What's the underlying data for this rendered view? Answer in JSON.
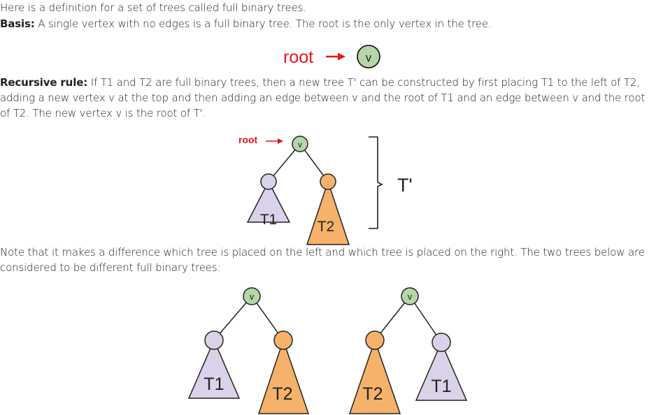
{
  "intro": {
    "text": "Here is a definition for a set of trees called full binary trees."
  },
  "basis": {
    "label": "Basis:",
    "text": " A single vertex with no edges is a full binary tree. The root is the only vertex in the tree."
  },
  "fig1": {
    "root_label": "root",
    "vertex_label": "v"
  },
  "recursive": {
    "label": "Recursive rule:",
    "text": " If T1 and T2 are full binary trees, then a new tree T' can be constructed by first placing T1 to the left of T2, adding a new vertex v at the top and then adding an edge between v and the root of T1 and an edge between v and the root of T2. The new vertex v is the root of T'."
  },
  "fig2": {
    "root_label": "root",
    "vertex_label": "v",
    "left_tree": "T1",
    "right_tree": "T2",
    "brace_label": "T'"
  },
  "note": {
    "text": "Note that it makes a difference which tree is placed on the left and which tree is placed on the right. The two trees below are considered to be different full binary trees:"
  },
  "fig3": {
    "tree_a": {
      "vertex_label": "v",
      "left": "T1",
      "right": "T2"
    },
    "tree_b": {
      "vertex_label": "v",
      "left": "T2",
      "right": "T1"
    }
  },
  "colors": {
    "root_arrow": "#e8141b",
    "root_vertex_fill": "#b5d7a8",
    "t1_fill": "#d9d2e9",
    "t2_fill": "#f6b26b",
    "outline": "#222222"
  }
}
